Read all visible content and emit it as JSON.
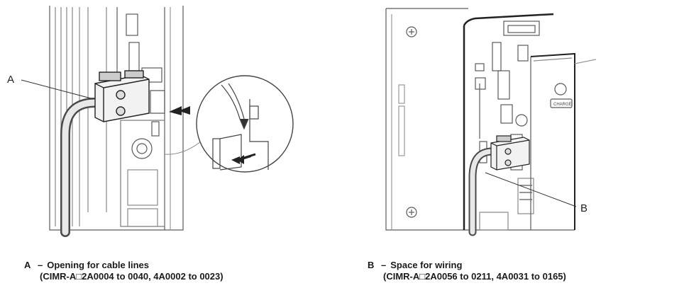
{
  "callouts": {
    "a": "A",
    "b": "B"
  },
  "captions": {
    "a": {
      "label": "A",
      "dash": "–",
      "title": "Opening for cable lines",
      "models": "(CIMR-A□2A0004 to 0040, 4A0002 to 0023)"
    },
    "b": {
      "label": "B",
      "dash": "–",
      "title": "Space for wiring",
      "models": "(CIMR-A□2A0056 to 0211, 4A0031 to 0165)"
    }
  },
  "plate_text": "CHARGE"
}
